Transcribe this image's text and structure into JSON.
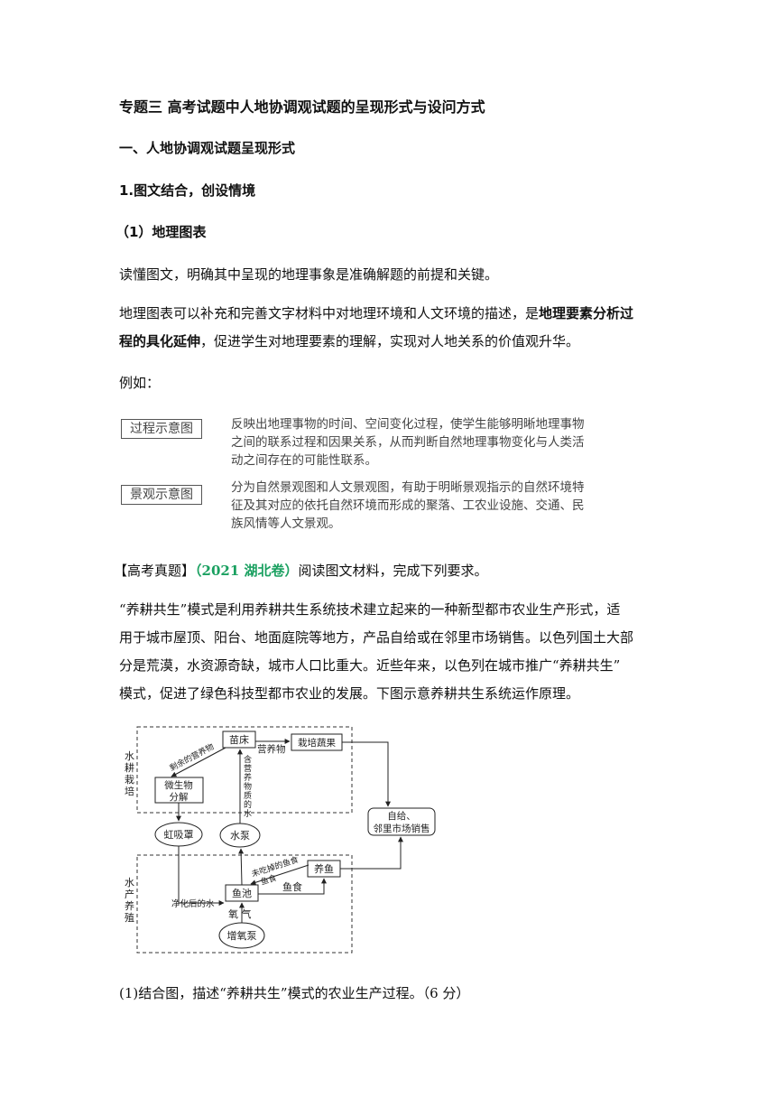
{
  "heading": {
    "title": "专题三 高考试题中人地协调观试题的呈现形式与设问方式",
    "section1": "一、人地协调观试题呈现形式",
    "section2": "1.图文结合，创设情境",
    "section3": "（1）地理图表"
  },
  "body": {
    "p1": "读懂图文，明确其中呈现的地理事象是准确解题的前提和关键。",
    "p2_a_pre": "地理图表可以补充和完善文字材料中对地理环境和人文环境的描述，是",
    "p2_a_bold": "地理要素分析过",
    "p2_b_bold": "程的具化延伸",
    "p2_b_post": "，促进学生对地理要素的理解，实现对人地关系的价值观升华。",
    "p3": "例如："
  },
  "table": {
    "row1_label": "过程示意图",
    "row1_desc_1": "反映出地理事物的时间、空间变化过程，使学生能够明晰地理事物",
    "row1_desc_2": "之间的联系过程和因果关系，从而判断自然地理事物变化与人类活",
    "row1_desc_3": "动之间存在的可能性联系。",
    "row2_label": "景观示意图",
    "row2_desc_1": "分为自然景观图和人文景观图，有助于明晰景观指示的自然环境特",
    "row2_desc_2": "征及其对应的依托自然环境而形成的聚落、工农业设施、交通、民",
    "row2_desc_3": "族风情等人文景观。"
  },
  "question": {
    "tag": "【高考真题】",
    "source": "（2021 湖北卷）",
    "instruction": "阅读图文材料，完成下列要求。",
    "material_1": "“养耕共生”模式是利用养耕共生系统技术建立起来的一种新型都市农业生产形式，适",
    "material_2": "用于城市屋顶、阳台、地面庭院等地方，产品自给或在邻里市场销售。以色列国土大部",
    "material_3": "分是荒漠，水资源奇缺，城市人口比重大。近些年来，以色列在城市推广“养耕共生”",
    "material_4": "模式，促进了绿色科技型都市农业的发展。下图示意养耕共生系统运作原理。",
    "sub_q1": "(1)结合图，描述“养耕共生”模式的农业生产过程。（6 分）"
  },
  "diagram": {
    "zone_top": [
      "水",
      "耕",
      "栽",
      "培"
    ],
    "zone_bottom": [
      "水",
      "产",
      "养",
      "殖"
    ],
    "seedbed": "苗床",
    "vegetables": "栽培蔬果",
    "microbe_1": "微生物",
    "microbe_2": "分解",
    "siphon": "虹吸罩",
    "pump": "水泵",
    "market_1": "自给、",
    "market_2": "邻里市场销售",
    "fish": "养鱼",
    "pond": "鱼池",
    "oxygen_pump": "增氧泵",
    "lbl_leftover_nutrients": "剩余的营养物",
    "lbl_nutrients": "营养物",
    "lbl_water_nutrients": [
      "含",
      "营",
      "养",
      "物",
      "质",
      "的",
      "水"
    ],
    "lbl_uneaten": "未吃掉的鱼食",
    "lbl_fish_feed_small": "鱼食",
    "lbl_fish_feed": "鱼食",
    "lbl_purified": "净化后的水",
    "lbl_oxygen": "氧  气"
  }
}
